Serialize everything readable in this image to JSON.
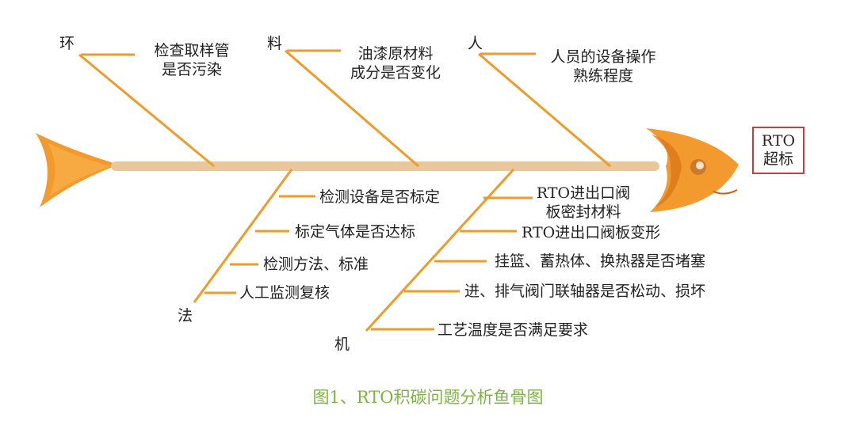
{
  "categories": {
    "environment": "环",
    "material": "料",
    "people": "人",
    "method": "法",
    "machine": "机"
  },
  "causes": {
    "environment": [
      "检查取样管",
      "是否污染"
    ],
    "material": [
      "油漆原材料",
      "成分是否变化"
    ],
    "people": [
      "人员的设备操作",
      "熟练程度"
    ],
    "method": [
      "检测设备是否标定",
      "标定气体是否达标",
      "检测方法、标准",
      "人工监测复核"
    ],
    "machine": [
      "RTO进出口阀",
      "板密封材料",
      "RTO进出口阀板变形",
      "挂篮、蓄热体、换热器是否堵塞",
      "进、排气阀门联轴器是否松动、损坏",
      "工艺温度是否满足要求"
    ]
  },
  "effect": [
    "RTO",
    "超标"
  ],
  "caption": "图1、RTO积碳问题分析鱼骨图",
  "colors": {
    "spine": "#e8c79a",
    "fish": "#f39a2e",
    "fish_dark": "#d9741a",
    "bone_line": "#ef9b28",
    "effect_border": "#d23a3a",
    "caption": "#7cb342"
  }
}
